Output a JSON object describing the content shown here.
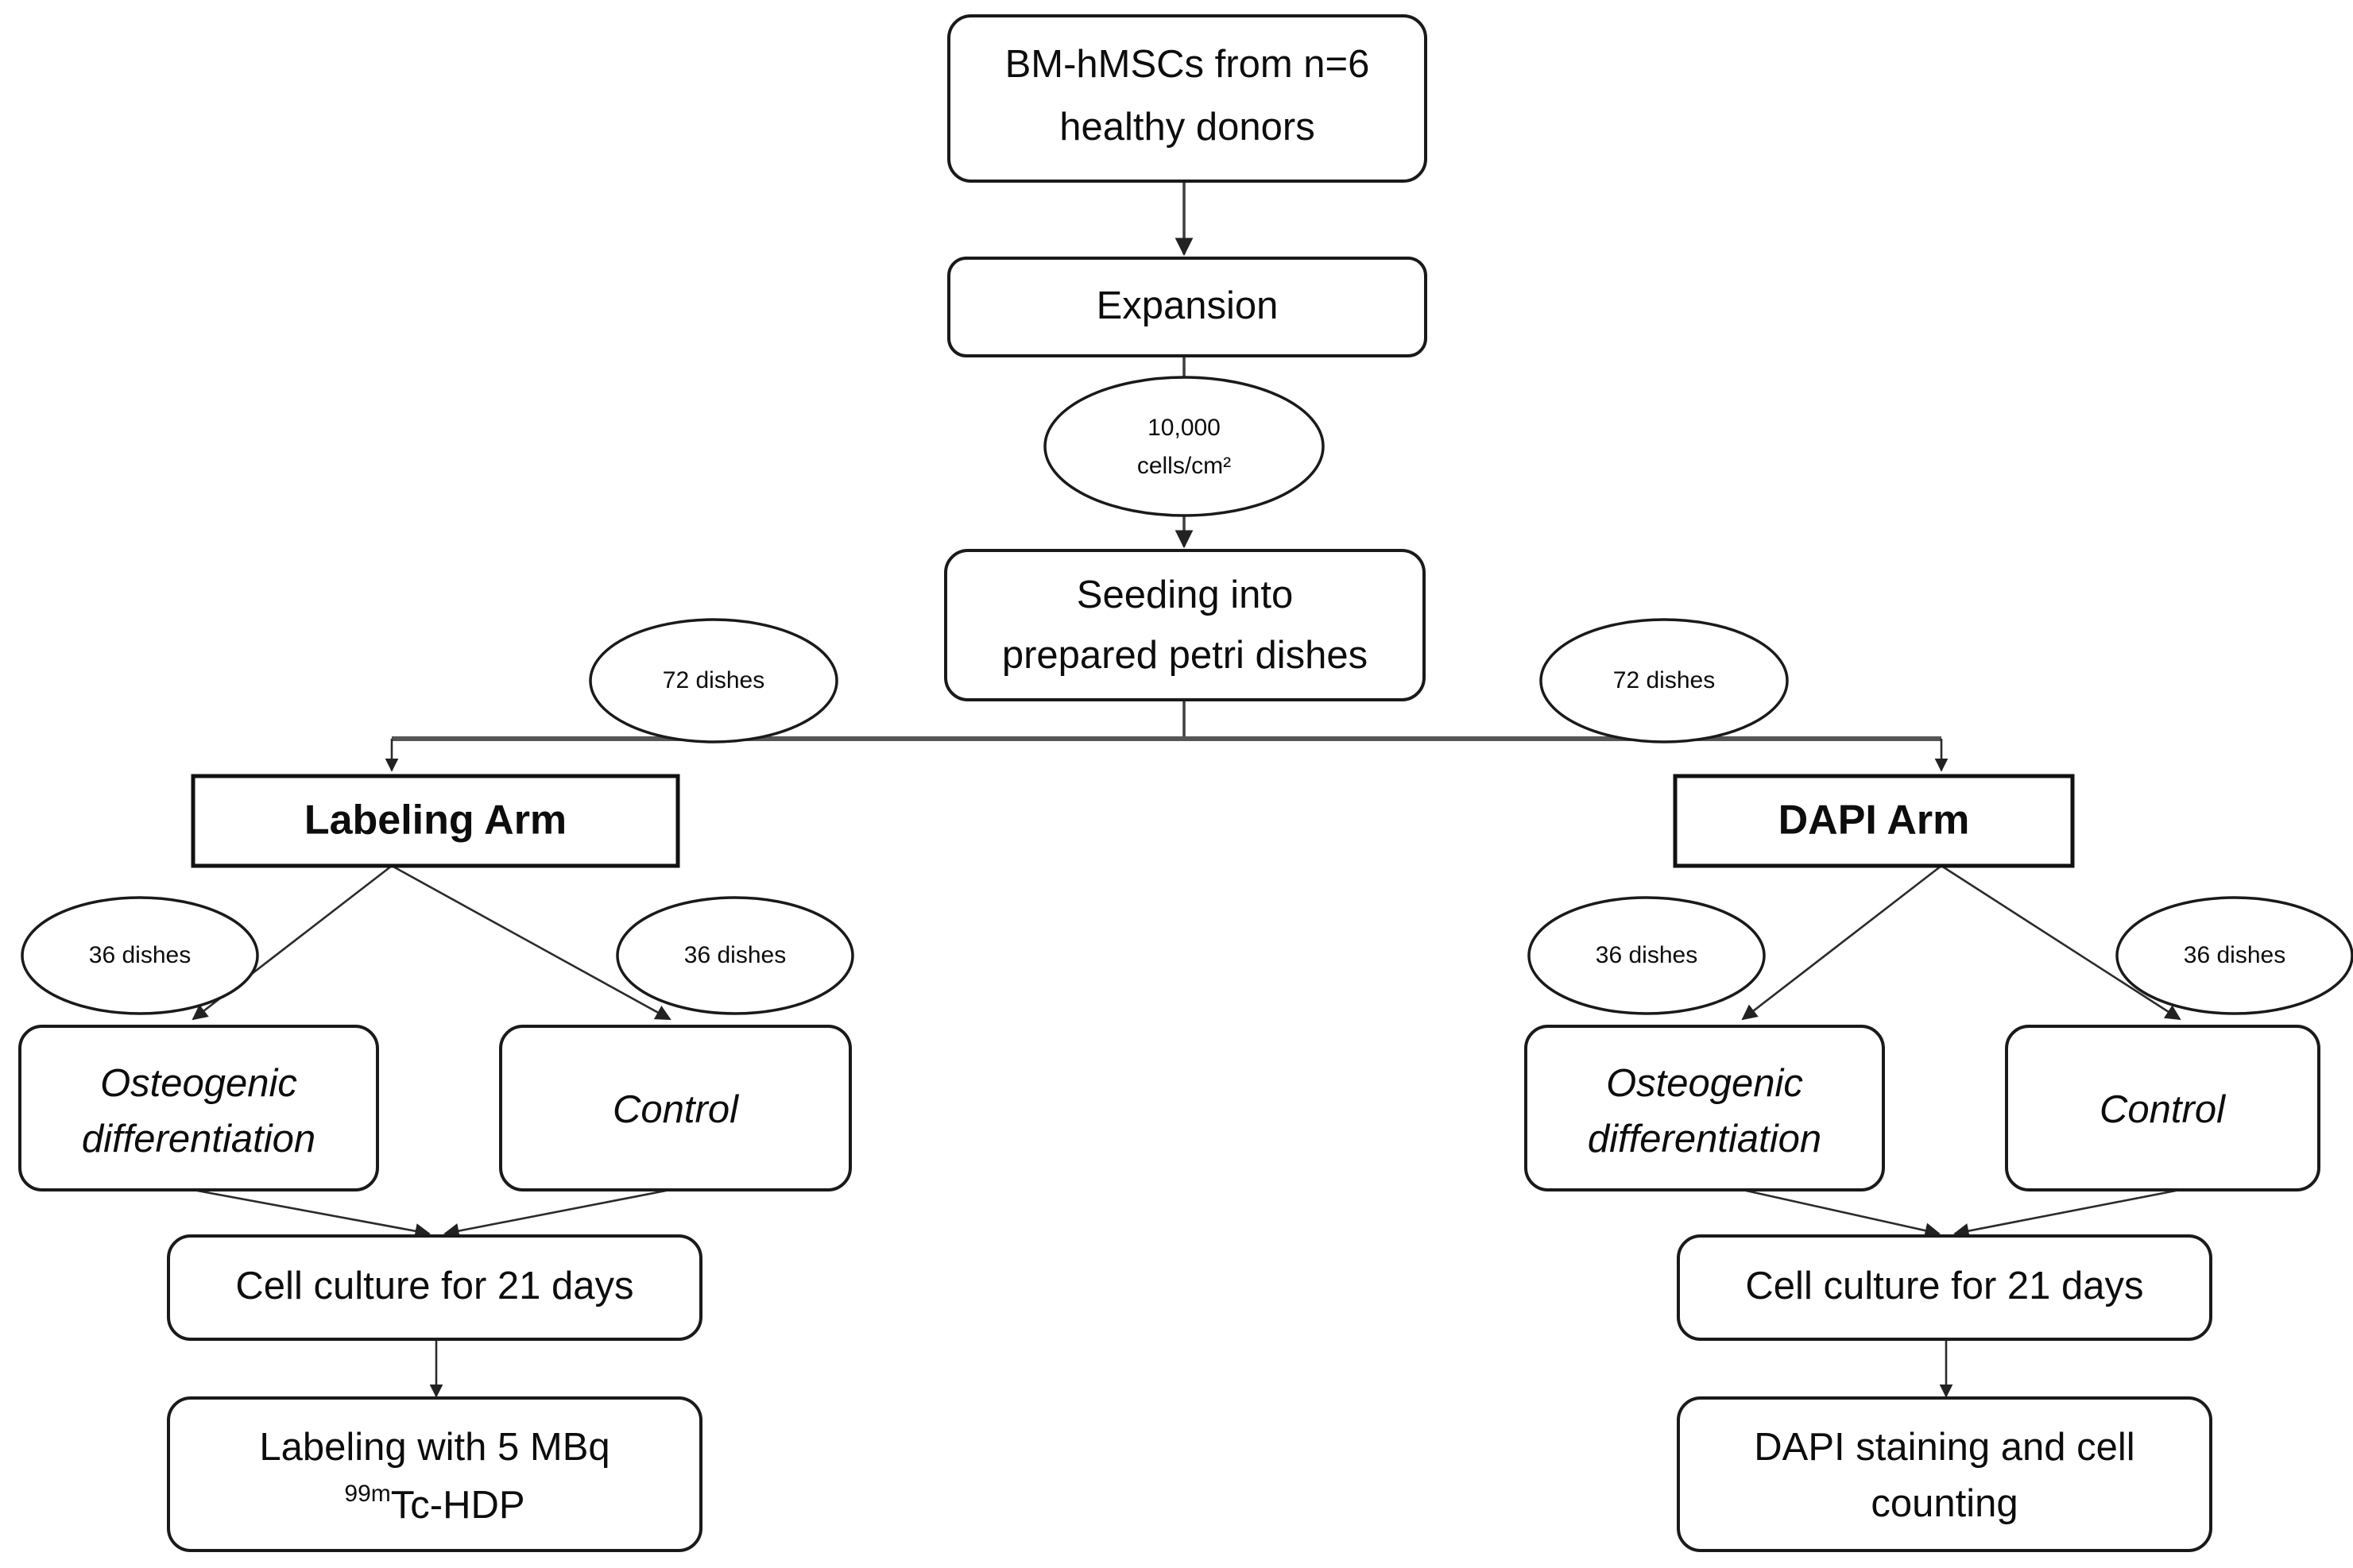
{
  "diagram": {
    "title": "BM-hMSC osteogenic differentiation and labeling study flowchart",
    "colors": {
      "background": "#ffffff",
      "node_stroke": "#1a1a1a",
      "node_fill": "#ffffff",
      "edge_stroke": "#3d3d3d",
      "text": "#0d0d0d"
    },
    "nodes": {
      "source": {
        "line1": "BM-hMSCs from n=6",
        "line2": "healthy donors"
      },
      "expansion": {
        "label": "Expansion"
      },
      "density": {
        "line1": "10,000",
        "line2": "cells/cm²"
      },
      "seeding": {
        "line1": "Seeding into",
        "line2": "prepared petri dishes"
      },
      "dishes_left_72": {
        "label": "72 dishes"
      },
      "dishes_right_72": {
        "label": "72 dishes"
      },
      "labeling_arm": {
        "label": "Labeling Arm"
      },
      "dapi_arm": {
        "label": "DAPI Arm"
      },
      "left_dishes_a_36": {
        "label": "36 dishes"
      },
      "left_dishes_b_36": {
        "label": "36 dishes"
      },
      "right_dishes_a_36": {
        "label": "36 dishes"
      },
      "right_dishes_b_36": {
        "label": "36 dishes"
      },
      "left_osteo": {
        "line1": "Osteogenic",
        "line2": "differentiation"
      },
      "left_control": {
        "label": "Control"
      },
      "right_osteo": {
        "line1": "Osteogenic",
        "line2": "differentiation"
      },
      "right_control": {
        "label": "Control"
      },
      "left_culture": {
        "label": "Cell culture for 21 days"
      },
      "right_culture": {
        "label": "Cell culture for 21 days"
      },
      "left_final": {
        "line1": "Labeling with 5 MBq",
        "sup": "99m",
        "line2": "Tc-HDP"
      },
      "right_final": {
        "line1": "DAPI staining and cell",
        "line2": "counting"
      }
    }
  }
}
